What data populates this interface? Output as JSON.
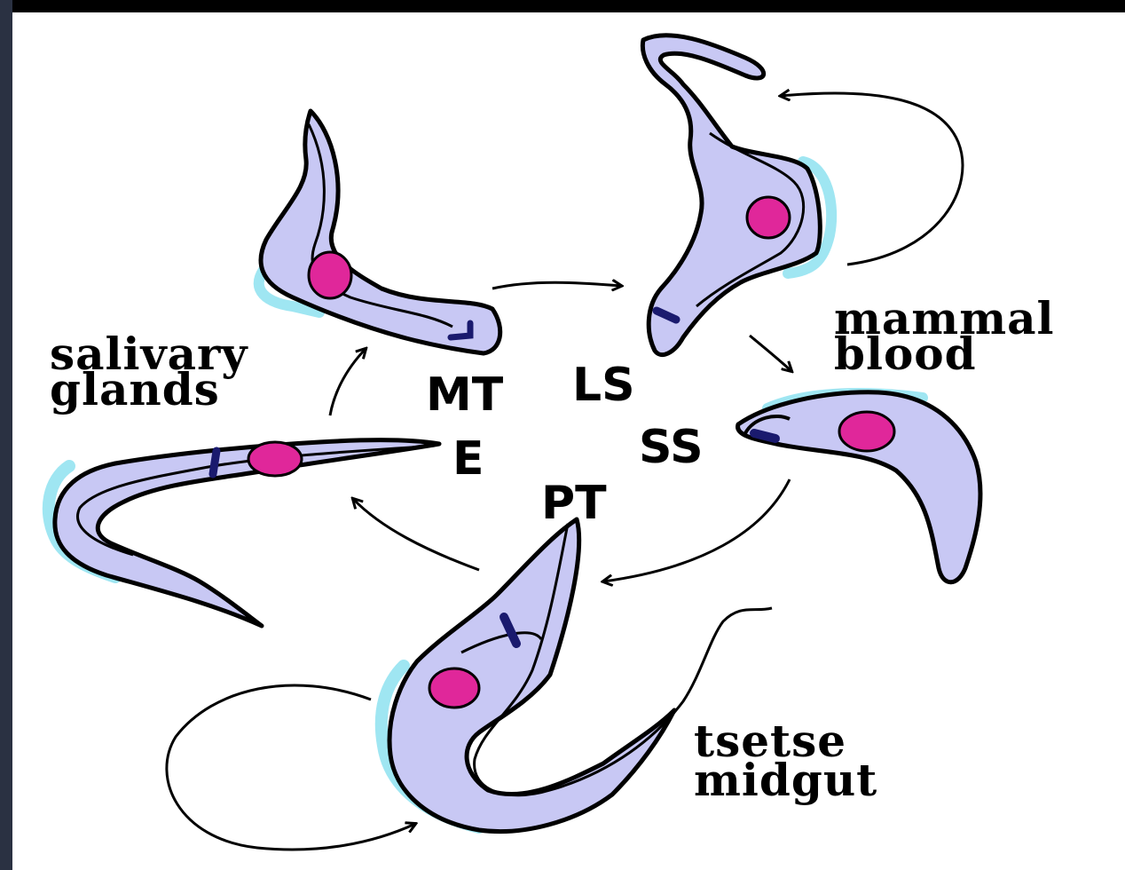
{
  "diagram": {
    "stages": {
      "mt": "MT",
      "ls": "LS",
      "ss": "SS",
      "e": "E",
      "pt": "PT"
    },
    "hosts": {
      "mammal_blood": [
        "mammal",
        "blood"
      ],
      "salivary_glands": [
        "salivary",
        "glands"
      ],
      "tsetse_midgut": [
        "tsetse",
        "midgut"
      ]
    },
    "colors": {
      "cell_body": "#c8c8f4",
      "undulating_membrane": "#9fe6f2",
      "nucleus": "#e0279a",
      "kinetoplast": "#1a1a6e",
      "outline": "#000000",
      "background": "#ffffff"
    }
  }
}
